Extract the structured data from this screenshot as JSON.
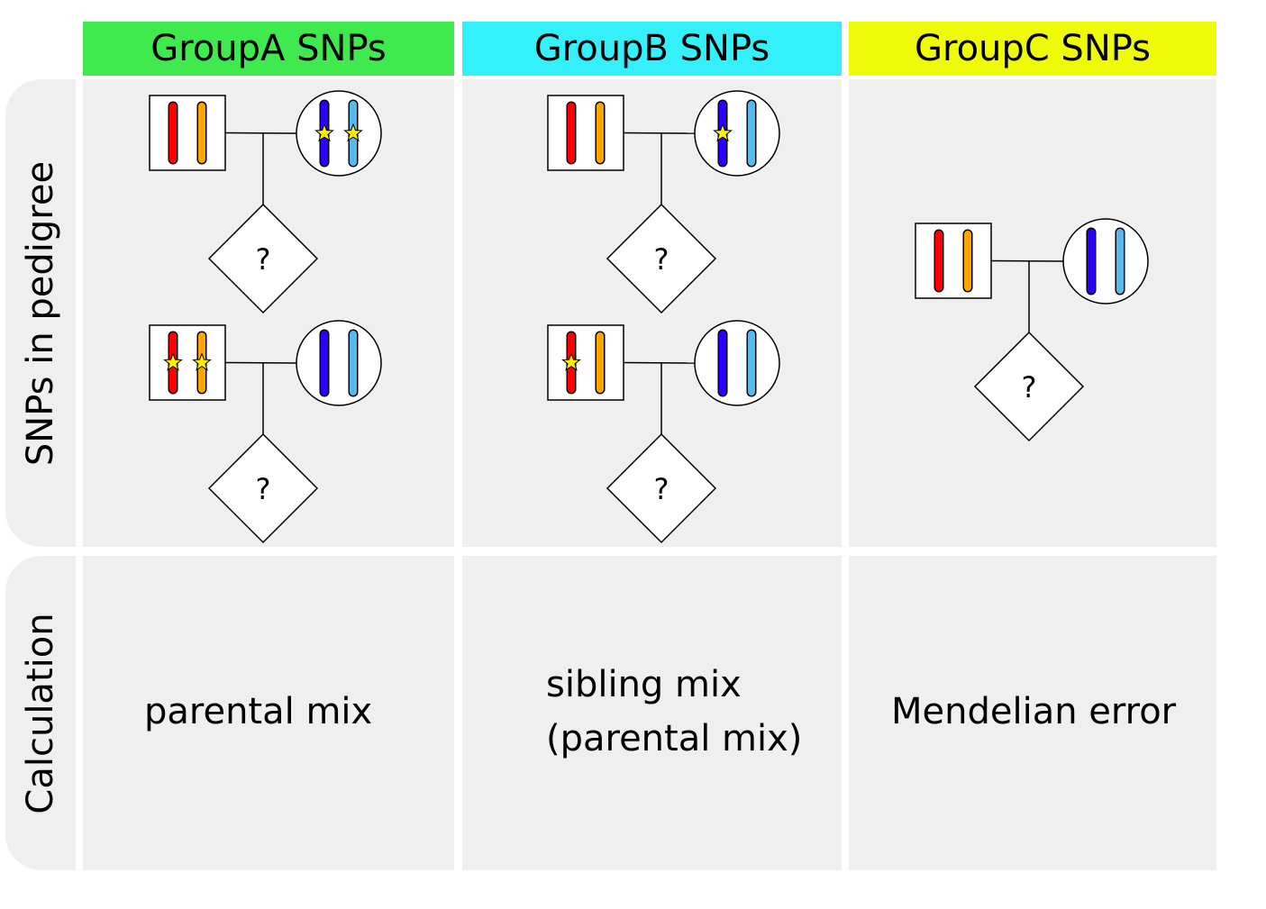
{
  "columns": [
    {
      "label": "GroupA SNPs",
      "color": "#3fea4f"
    },
    {
      "label": "GroupB SNPs",
      "color": "#33f0fa"
    },
    {
      "label": "GroupC SNPs",
      "color": "#eefa08"
    }
  ],
  "rows": {
    "pedigree": "SNPs in pedigree",
    "calculation": "Calculation"
  },
  "calculations": {
    "groupA": "parental mix",
    "groupB_line1": "sibling mix",
    "groupB_line2": "(parental mix)",
    "groupC": "Mendelian error"
  },
  "child_symbol": "?",
  "colors": {
    "panel_bg": "#efefef",
    "paternal_1": "#ff0000",
    "paternal_2": "#ffa500",
    "maternal_1": "#2a00ff",
    "maternal_2": "#55bbee",
    "star": "#ffee00"
  },
  "pedigrees": [
    {
      "group": "A",
      "father_stars": [],
      "mother_stars": [
        1,
        2
      ]
    },
    {
      "group": "A",
      "father_stars": [
        1,
        2
      ],
      "mother_stars": []
    },
    {
      "group": "B",
      "father_stars": [],
      "mother_stars": [
        1
      ]
    },
    {
      "group": "B",
      "father_stars": [
        1
      ],
      "mother_stars": []
    },
    {
      "group": "C",
      "father_stars": [],
      "mother_stars": []
    }
  ]
}
